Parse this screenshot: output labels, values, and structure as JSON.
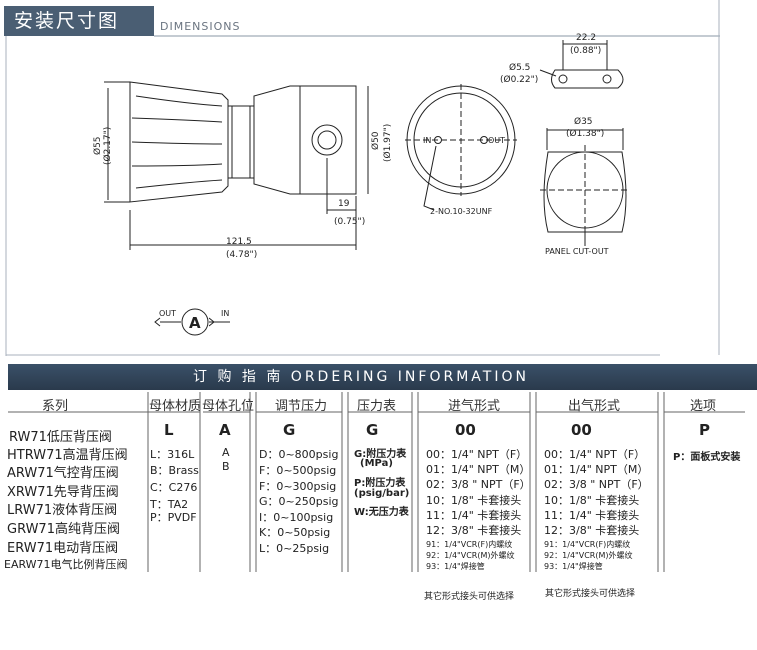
{
  "header": {
    "title_cn": "安装尺寸图",
    "title_en": "DIMENSIONS"
  },
  "drawing": {
    "dia55": "Ø55",
    "dia55_in": "(Ø2.17\")",
    "dia50": "Ø50",
    "dia50_in": "(Ø1.97\")",
    "len": "121.5",
    "len_in": "(4.78\")",
    "port": "19",
    "port_in": "(0.75\")",
    "in": "IN",
    "out": "OUT",
    "thread": "2-NO.10-32UNF",
    "hole_spacing": "22.2",
    "hole_spacing_in": "(0.88\")",
    "hole_dia": "Ø5.5",
    "hole_dia_in": "(Ø0.22\")",
    "cut_dia": "Ø35",
    "cut_dia_in": "(Ø1.38\")",
    "panel": "PANEL CUT-OUT",
    "symbol": "A",
    "sym_out": "OUT",
    "sym_in": "IN"
  },
  "ordering": {
    "title": "订 购 指 南     ORDERING   INFORMATION",
    "headers": [
      "系列",
      "母体材质",
      "母体孔位",
      "调节压力",
      "压力表",
      "进气形式",
      "出气形式",
      "选项"
    ],
    "series": [
      "RW71低压背压阀",
      "HTRW71高温背压阀",
      "ARW71气控背压阀",
      "XRW71先导背压阀",
      "LRW71液体背压阀",
      "GRW71高纯背压阀",
      "ERW71电动背压阀",
      "EARW71电气比例背压阀"
    ],
    "material": {
      "code": "L",
      "opts": [
        "L：316L",
        "B：Brass",
        "C：C276",
        "T：TA2",
        "P：PVDF"
      ]
    },
    "port": {
      "code": "A",
      "opts": [
        "A",
        "B"
      ]
    },
    "pressure": {
      "code": "G",
      "opts": [
        "D：0~800psig",
        "F：0~500psig",
        "F：0~300psig",
        "G：0~250psig",
        "I：0~100psig",
        "K：0~50psig",
        "L：0~25psig"
      ]
    },
    "gauge": {
      "code": "G",
      "opts": [
        "G:附压力表",
        "(MPa)",
        "P:附压力表",
        "(psig/bar)",
        "W:无压力表"
      ]
    },
    "inlet": {
      "code": "00",
      "opts": [
        "00：1/4\" NPT（F）",
        "01：1/4\" NPT（M）",
        "02：3/8 \" NPT（F）",
        "10：1/8\" 卡套接头",
        "11：1/4\" 卡套接头",
        "12：3/8\" 卡套接头"
      ],
      "small": [
        "91：1/4\"VCR(F)内螺纹",
        "92：1/4\"VCR(M)外螺纹",
        "93：1/4\"焊接管"
      ],
      "note": "其它形式接头可供选择"
    },
    "outlet": {
      "code": "00",
      "opts": [
        "00：1/4\" NPT（F）",
        "01：1/4\" NPT（M）",
        "02：3/8 \" NPT（F）",
        "10：1/8\" 卡套接头",
        "11：1/4\" 卡套接头",
        "12：3/8\" 卡套接头"
      ],
      "small": [
        "91：1/4\"VCR(F)内螺纹",
        "92：1/4\"VCR(M)外螺纹",
        "93：1/4\"焊接管"
      ],
      "note": "其它形式接头可供选择"
    },
    "option": {
      "code": "P",
      "opts": [
        "P：面板式安装"
      ]
    }
  }
}
